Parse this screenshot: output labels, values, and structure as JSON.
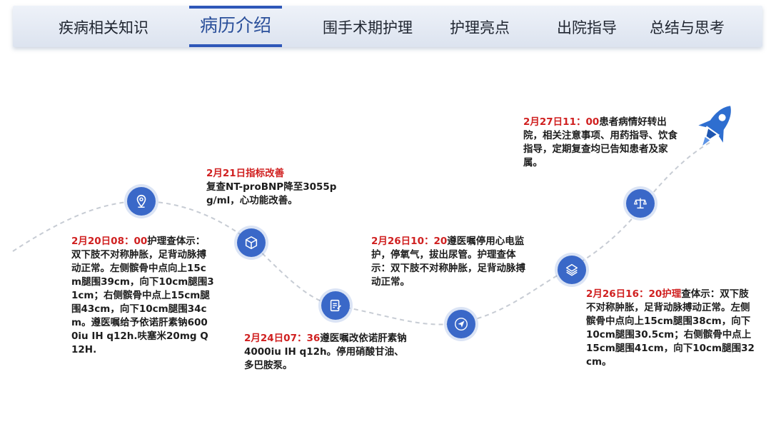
{
  "nav": {
    "tabs": [
      {
        "label": "疾病相关知识"
      },
      {
        "label": "病历介绍"
      },
      {
        "label": "围手术期护理"
      },
      {
        "label": "护理亮点"
      },
      {
        "label": "出院指导"
      },
      {
        "label": "总结与思考"
      }
    ],
    "active_tab": "病历介绍"
  },
  "colors": {
    "accent": "#2e57b8",
    "node": "#3a68c8",
    "date_red": "#d02020",
    "path_dash": "#c7ccd4"
  },
  "timeline": [
    {
      "date": "2月20日08：00",
      "text": "护理查体示：双下肢不对称肿胀，足背动脉搏动正常。左侧髌骨中点向上15cm腿围39cm，向下10cm腿围31cm；右侧髌骨中点上15cm腿围43cm，向下10cm腿围34cm。遵医嘱给予依诺肝素钠6000iu IH q12h.呋塞米20mg Q12H.",
      "icon": "location-pin-icon"
    },
    {
      "date": "2月21日指标改善",
      "text": "复查NT-proBNP降至3055pg/ml，心功能改善。",
      "icon": "cube-icon"
    },
    {
      "date": "2月24日07：36",
      "text": "遵医嘱改依诺肝素钠4000iu IH q12h。停用硝酸甘油、多巴胺泵。",
      "icon": "document-edit-icon"
    },
    {
      "date": "2月26日10：20",
      "text": "遵医嘱停用心电监护，停氧气，拔出尿管。护理查体示：双下肢不对称肿胀，足背动脉搏动正常。",
      "icon": "paper-plane-icon"
    },
    {
      "date": "2月26日16：20护理",
      "text": "查体示：双下肢不对称肿胀，足背动脉搏动正常。左侧髌骨中点向上15cm腿围38cm，向下10cm腿围30.5cm；右侧髌骨中点上15cm腿围41cm，向下10cm腿围32cm。",
      "icon": "layers-icon"
    },
    {
      "date": "2月27日11：00",
      "text": "患者病情好转出院，相关注意事项、用药指导、饮食指导，定期复查均已告知患者及家属。",
      "icon": "balance-scale-icon"
    }
  ],
  "decor": {
    "rocket_icon": "rocket-icon"
  }
}
